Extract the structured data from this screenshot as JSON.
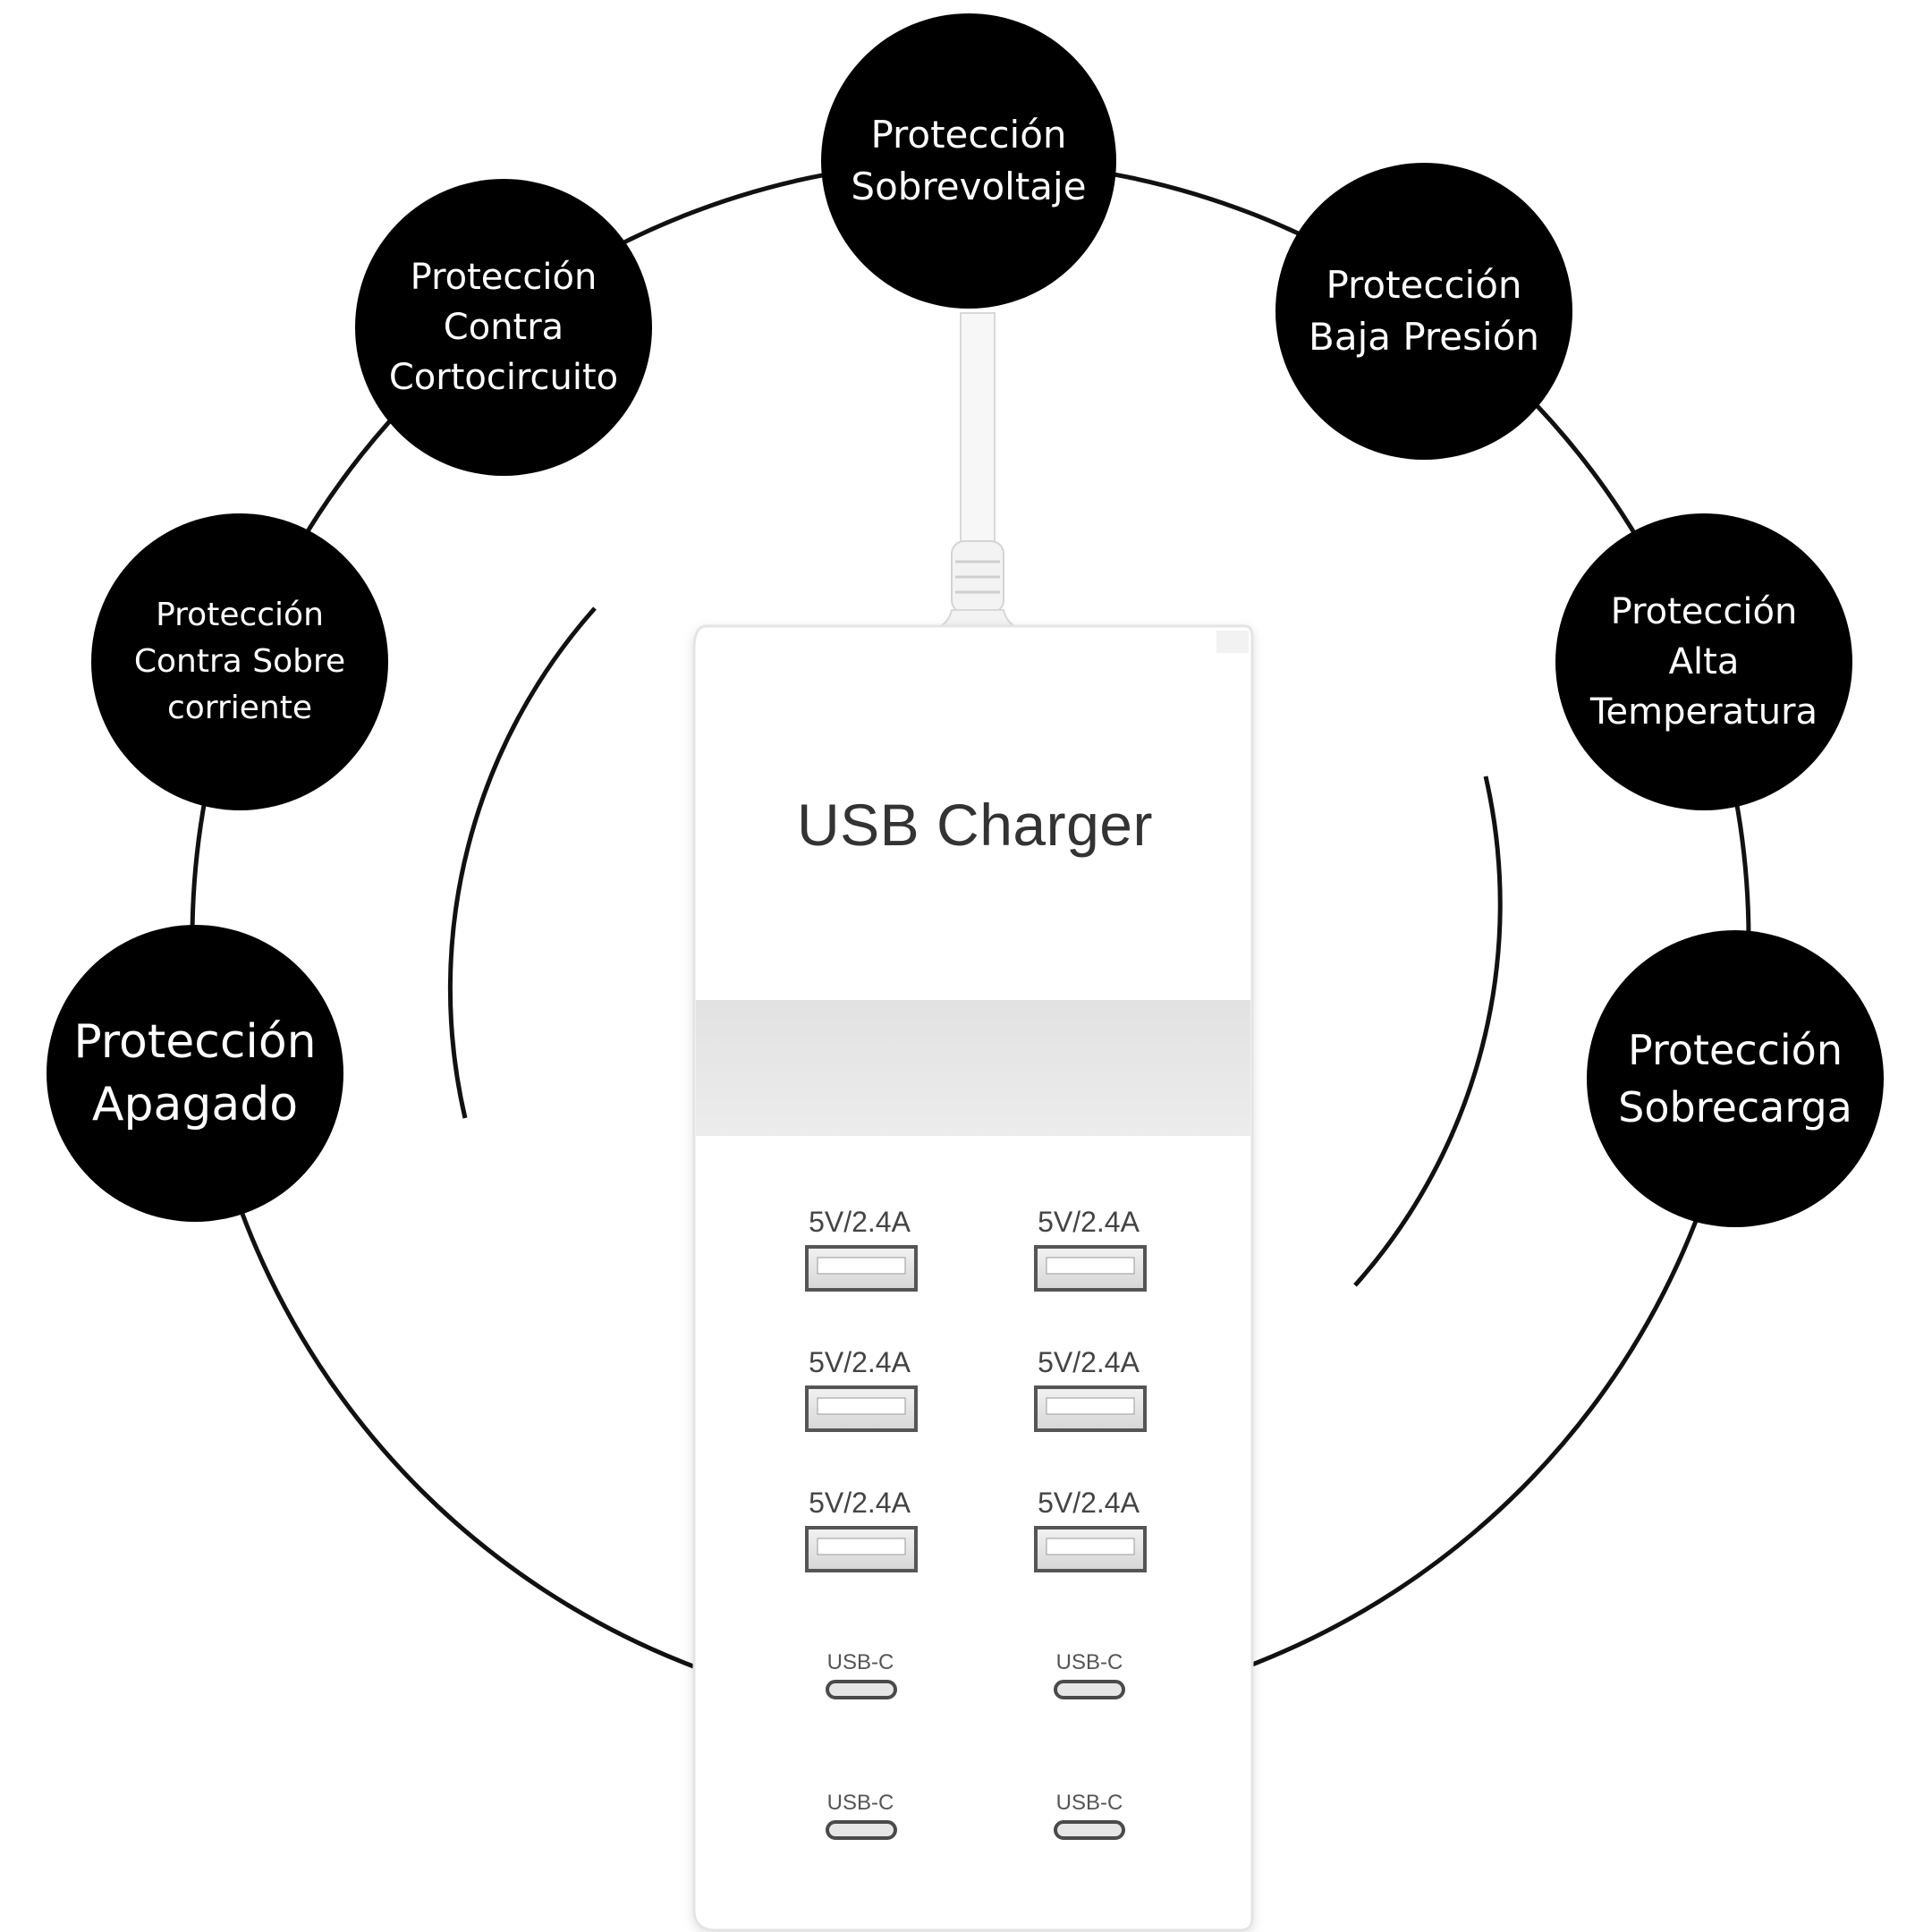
{
  "product": {
    "title": "USB Charger",
    "usb_a_label": "5V/2.4A",
    "usb_c_label": "USB-C"
  },
  "features": {
    "sobrevoltaje": {
      "line1": "Protección",
      "line2": "Sobrevoltaje"
    },
    "cortocircuito": {
      "line1": "Protección",
      "line2": "Contra",
      "line3": "Cortocircuito"
    },
    "baja_presion": {
      "line1": "Protección",
      "line2": "Baja Presión"
    },
    "sobre_corriente": {
      "line1": "Protección",
      "line2": "Contra Sobre",
      "line3": "corriente"
    },
    "alta_temperatura": {
      "line1": "Protección",
      "line2": "Alta",
      "line3": "Temperatura"
    },
    "apagado": {
      "line1": "Protección",
      "line2": "Apagado"
    },
    "sobrecarga": {
      "line1": "Protección",
      "line2": "Sobrecarga"
    }
  },
  "colors": {
    "bubble": "#000000",
    "bubble_text": "#ffffff",
    "device_body": "#ffffff",
    "device_band": "#e7e7e7",
    "ring_line": "#111111"
  }
}
